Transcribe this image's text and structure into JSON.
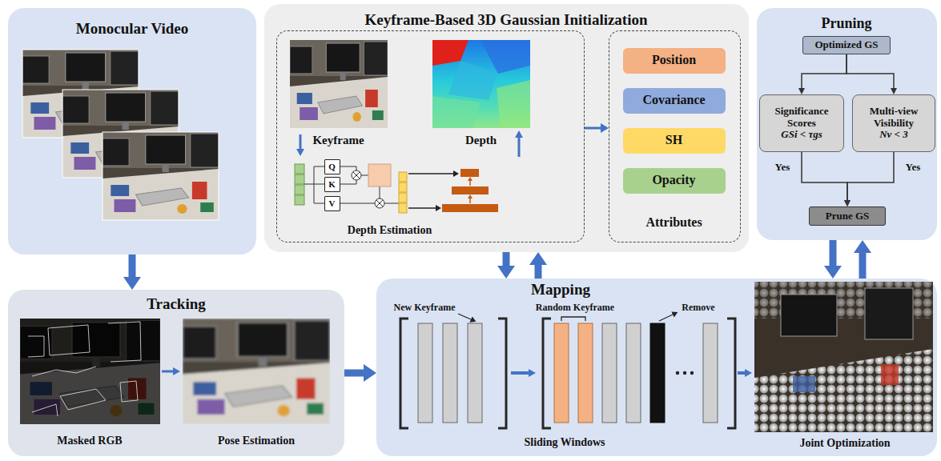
{
  "diagram": {
    "nodes": [
      {
        "text": [
          "Monocular Video"
        ]
      },
      {
        "text": [
          "Keyframe-Based 3D Gaussian Initialization"
        ]
      },
      {
        "text": [
          "Keyframe",
          "Depth",
          "Depth Estimation"
        ],
        "in": 1
      },
      {
        "text": [
          "Q"
        ],
        "in": 2
      },
      {
        "text": [
          "K"
        ],
        "in": 2
      },
      {
        "text": [
          "V"
        ],
        "in": 2
      },
      {
        "text": [
          "Attributes"
        ],
        "in": 1
      },
      {
        "text": [
          "Position"
        ],
        "in": 6
      },
      {
        "text": [
          "Covariance"
        ],
        "in": 6
      },
      {
        "text": [
          "SH"
        ],
        "in": 6
      },
      {
        "text": [
          "Opacity"
        ],
        "in": 6
      },
      {
        "text": [
          "Pruning"
        ]
      },
      {
        "text": [
          "Optimized GS"
        ],
        "in": 11
      },
      {
        "text": [
          "Significance Scores",
          "GSi < τgs"
        ],
        "in": 11
      },
      {
        "text": [
          "Multi-view Visibility",
          "Nv < 3"
        ],
        "in": 11
      },
      {
        "text": [
          "Prune GS"
        ],
        "in": 11
      },
      {
        "text": [
          "Tracking",
          "Masked RGB",
          "Pose Estimation"
        ]
      },
      {
        "text": [
          "Mapping",
          "New Keyframe",
          "Random Keyframe",
          "Remove",
          "Sliding Windows",
          "Joint Optimization"
        ]
      }
    ],
    "edges": [
      {
        "from": 0,
        "to": 16,
        "arrow": "to"
      },
      {
        "from": 16,
        "to": 17,
        "arrow": "to"
      },
      {
        "from": 2,
        "to": 6,
        "arrow": "to"
      },
      {
        "from": 12,
        "to": 13,
        "arrow": "to"
      },
      {
        "from": 12,
        "to": 14,
        "arrow": "to"
      },
      {
        "from": 13,
        "to": 15,
        "label": "Yes",
        "arrow": "to"
      },
      {
        "from": 14,
        "to": 15,
        "label": "Yes",
        "arrow": "to"
      },
      {
        "from": 1,
        "to": 17,
        "arrow": "to"
      },
      {
        "from": 17,
        "to": 1,
        "arrow": "to"
      },
      {
        "from": 11,
        "to": 17,
        "arrow": "to"
      },
      {
        "from": 17,
        "to": 11,
        "arrow": "to"
      }
    ]
  }
}
